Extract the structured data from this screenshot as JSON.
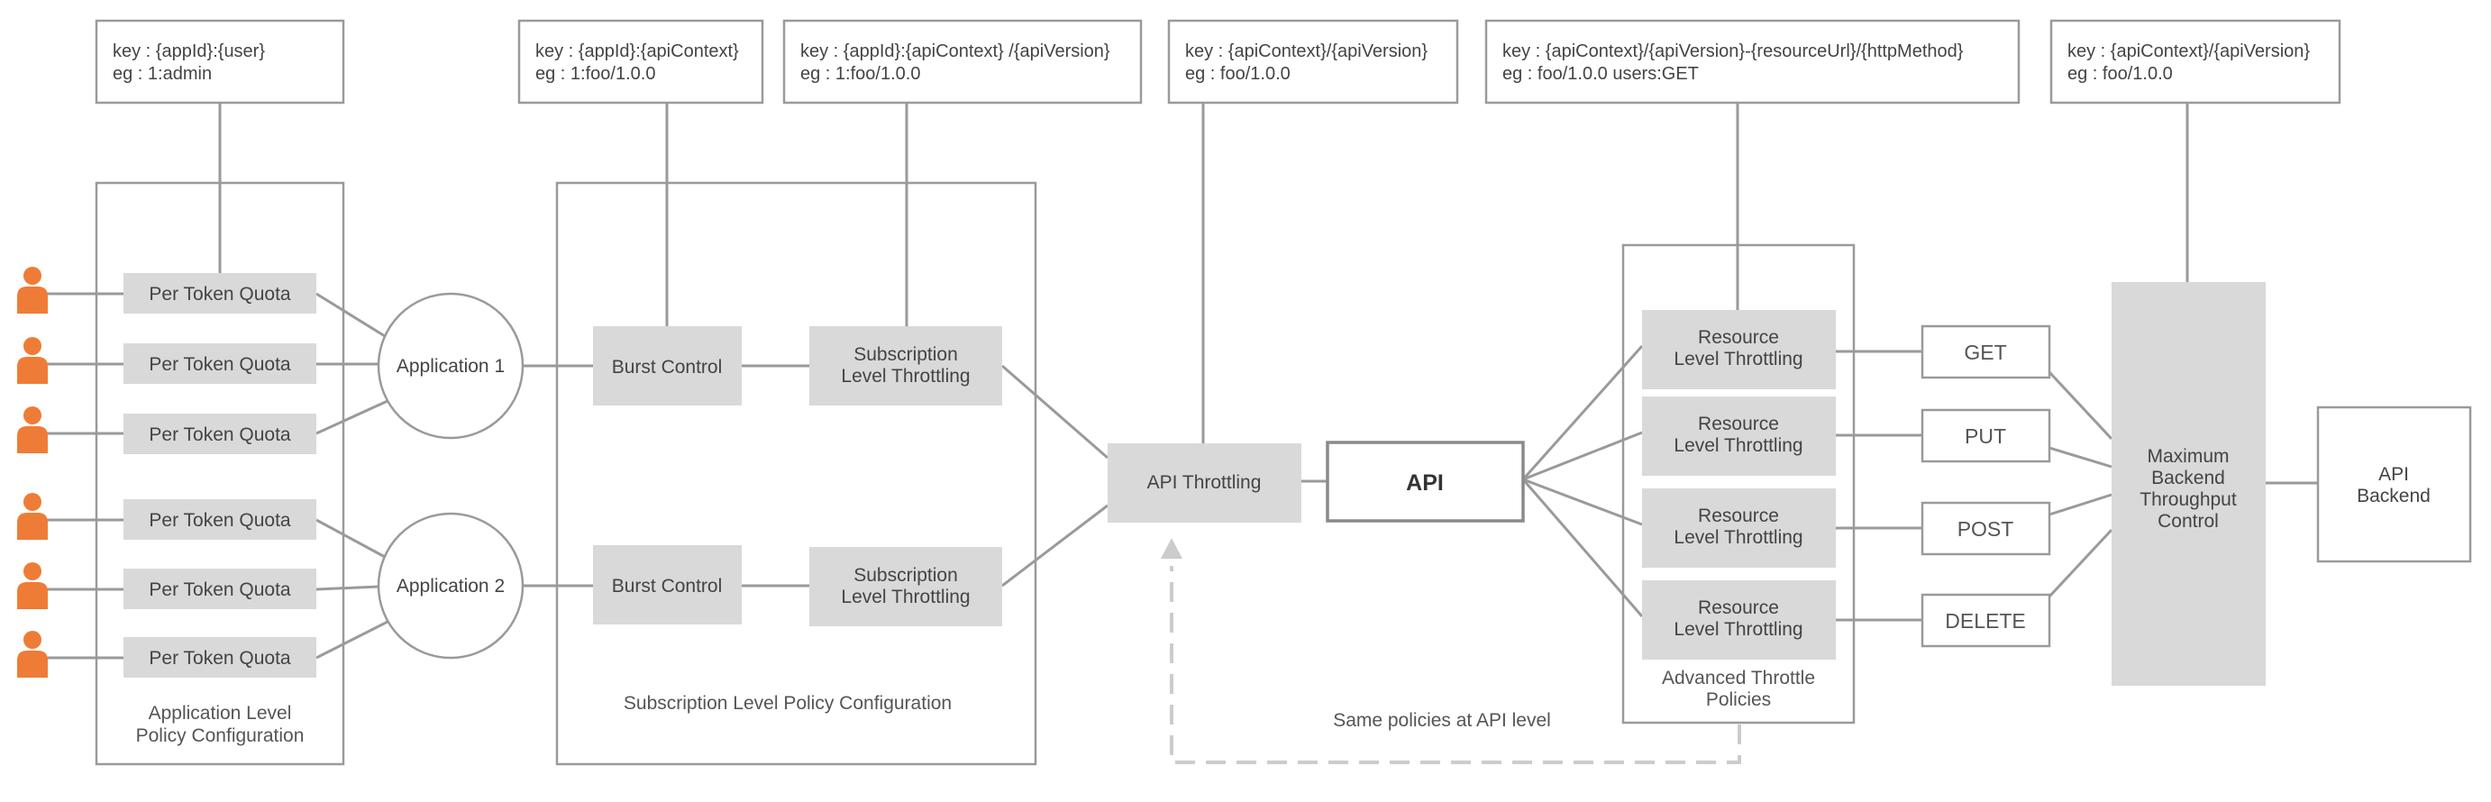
{
  "keys": {
    "app_user": {
      "line1": "key : {appId}:{user}",
      "line2": "eg : 1:admin"
    },
    "app_context": {
      "line1": "key : {appId}:{apiContext}",
      "line2": "eg : 1:foo/1.0.0"
    },
    "app_context_version": {
      "line1": "key : {appId}:{apiContext} /{apiVersion}",
      "line2": "eg : 1:foo/1.0.0"
    },
    "context_version": {
      "line1": "key : {apiContext}/{apiVersion}",
      "line2": "eg : foo/1.0.0"
    },
    "resource": {
      "line1": "key : {apiContext}/{apiVersion}-{resourceUrl}/{httpMethod}",
      "line2": "eg : foo/1.0.0 users:GET"
    },
    "backend": {
      "line1": "key : {apiContext}/{apiVersion}",
      "line2": "eg : foo/1.0.0"
    }
  },
  "app_level": {
    "quota_label": "Per Token Quota",
    "caption_line1": "Application Level",
    "caption_line2": "Policy Configuration"
  },
  "applications": [
    "Application 1",
    "Application 2"
  ],
  "subscription_level": {
    "burst_label": "Burst Control",
    "throttling_line1": "Subscription",
    "throttling_line2": "Level Throttling",
    "caption": "Subscription Level Policy Configuration"
  },
  "api_throttling": "API Throttling",
  "api": "API",
  "same_policies": "Same policies at API level",
  "advanced": {
    "resource_line1": "Resource",
    "resource_line2": "Level Throttling",
    "caption_line1": "Advanced Throttle",
    "caption_line2": "Policies"
  },
  "methods": [
    "GET",
    "PUT",
    "POST",
    "DELETE"
  ],
  "backend_control": [
    "Maximum",
    "Backend",
    "Throughput",
    "Control"
  ],
  "api_backend": [
    "API",
    "Backend"
  ],
  "colors": {
    "user_icon": "#ef7c36",
    "box_fill": "#d9d9d9",
    "line": "#9a9a9a"
  }
}
